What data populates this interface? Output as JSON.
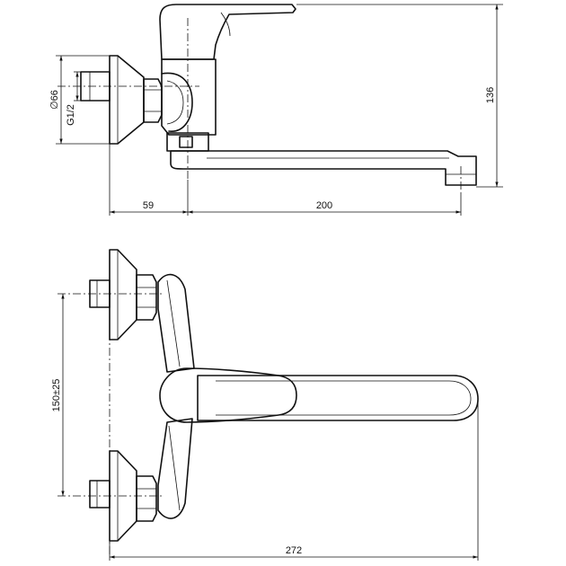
{
  "side_view": {
    "dimensions": {
      "flange_diameter": "∅66",
      "thread": "G1/2",
      "height": "136",
      "wall_offset": "59",
      "spout_reach": "200"
    }
  },
  "top_view": {
    "dimensions": {
      "center_distance": "150±25",
      "overall_length": "272"
    }
  }
}
